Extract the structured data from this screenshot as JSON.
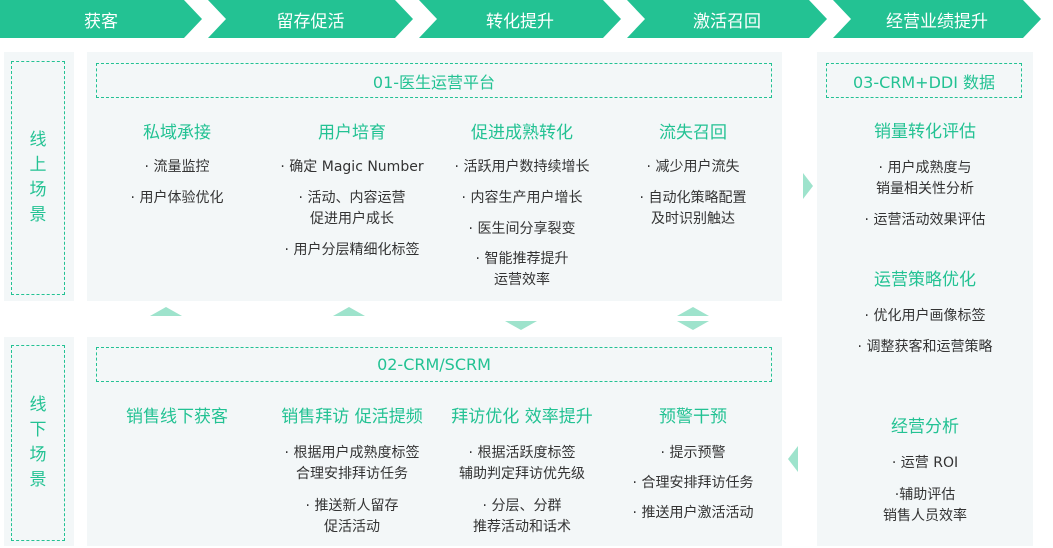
{
  "stages": [
    "获客",
    "留存促活",
    "转化提升",
    "激活召回",
    "经营业绩提升"
  ],
  "online": {
    "label": [
      "线",
      "上",
      "场",
      "景"
    ],
    "title": "01-医生运营平台",
    "columns": [
      {
        "title": "私域承接",
        "items": [
          [
            "· 流量监控"
          ],
          [
            "· 用户体验优化"
          ]
        ]
      },
      {
        "title": "用户培育",
        "items": [
          [
            "· 确定 Magic Number"
          ],
          [
            "· 活动、内容运营",
            "促进用户成长"
          ],
          [
            "· 用户分层精细化标签"
          ]
        ]
      },
      {
        "title": "促进成熟转化",
        "items": [
          [
            "· 活跃用户数持续增长"
          ],
          [
            "· 内容生产用户增长"
          ],
          [
            "· 医生间分享裂变"
          ],
          [
            "· 智能推荐提升",
            "运营效率"
          ]
        ]
      },
      {
        "title": "流失召回",
        "items": [
          [
            "· 减少用户流失"
          ],
          [
            "· 自动化策略配置",
            "及时识别触达"
          ]
        ]
      }
    ]
  },
  "offline": {
    "label": [
      "线",
      "下",
      "场",
      "景"
    ],
    "title": "02-CRM/SCRM",
    "columns": [
      {
        "title": "销售线下获客",
        "items": []
      },
      {
        "title": "销售拜访 促活提频",
        "items": [
          [
            "· 根据用户成熟度标签",
            "合理安排拜访任务"
          ],
          [
            "· 推送新人留存",
            "促活活动"
          ]
        ]
      },
      {
        "title": "拜访优化 效率提升",
        "items": [
          [
            "· 根据活跃度标签",
            "辅助判定拜访优先级"
          ],
          [
            "· 分层、分群",
            "推荐活动和话术"
          ]
        ]
      },
      {
        "title": "预警干预",
        "items": [
          [
            "· 提示预警"
          ],
          [
            "· 合理安排拜访任务"
          ],
          [
            "· 推送用户激活活动"
          ]
        ]
      }
    ]
  },
  "right": {
    "title": "03-CRM+DDI 数据",
    "sections": [
      {
        "title": "销量转化评估",
        "items": [
          [
            "· 用户成熟度与",
            "销量相关性分析"
          ],
          [
            "· 运营活动效果评估"
          ]
        ]
      },
      {
        "title": "运营策略优化",
        "items": [
          [
            "· 优化用户画像标签"
          ],
          [
            "· 调整获客和运营策略"
          ]
        ]
      },
      {
        "title": "经营分析",
        "items": [
          [
            "· 运营 ROI"
          ],
          [
            "·辅助评估",
            "销售人员效率"
          ]
        ]
      }
    ]
  },
  "colors": {
    "accent": "#23c293",
    "panel": "#f3f7f8"
  }
}
